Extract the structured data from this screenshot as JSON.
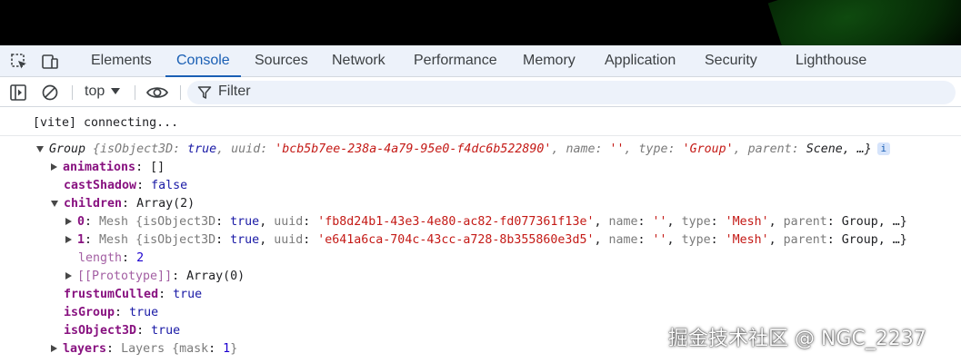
{
  "tabs": [
    "Elements",
    "Console",
    "Sources",
    "Network",
    "Performance",
    "Memory",
    "Application",
    "Security",
    "Lighthouse"
  ],
  "active_tab": "Console",
  "toolbar": {
    "context": "top",
    "filter_label": "Filter"
  },
  "console": {
    "log_line": "[vite] connecting...",
    "group": {
      "label": "Group",
      "summary": {
        "k1": "isObject3D",
        "v1": "true",
        "k2": "uuid",
        "v2": "'bcb5b7ee-238a-4a79-95e0-f4dc6b522890'",
        "k3": "name",
        "v3": "''",
        "k4": "type",
        "v4": "'Group'",
        "k5": "parent",
        "v5": "Scene,",
        "tail": "…}",
        "badge": "i"
      },
      "animations": {
        "key": "animations",
        "value": "[]"
      },
      "castShadow": {
        "key": "castShadow",
        "value": "false"
      },
      "children": {
        "key": "children",
        "value": "Array(2)",
        "items": [
          {
            "index": "0",
            "class": "Mesh",
            "k1": "isObject3D",
            "v1": "true",
            "k2": "uuid",
            "v2": "'fb8d24b1-43e3-4e80-ac82-fd077361f13e'",
            "k3": "name",
            "v3": "''",
            "k4": "type",
            "v4": "'Mesh'",
            "k5": "parent",
            "v5": "Group,",
            "tail": "…}"
          },
          {
            "index": "1",
            "class": "Mesh",
            "k1": "isObject3D",
            "v1": "true",
            "k2": "uuid",
            "v2": "'e641a6ca-704c-43cc-a728-8b355860e3d5'",
            "k3": "name",
            "v3": "''",
            "k4": "type",
            "v4": "'Mesh'",
            "k5": "parent",
            "v5": "Group,",
            "tail": "…}"
          }
        ],
        "length": {
          "key": "length",
          "value": "2"
        },
        "prototype": {
          "key": "[[Prototype]]",
          "value": "Array(0)"
        }
      },
      "frustumCulled": {
        "key": "frustumCulled",
        "value": "true"
      },
      "isGroup": {
        "key": "isGroup",
        "value": "true"
      },
      "isObject3D": {
        "key": "isObject3D",
        "value": "true"
      },
      "layers": {
        "key": "layers",
        "class": "Layers",
        "inner_key": "mask",
        "inner_value": "1"
      }
    }
  },
  "watermark": "掘金技术社区 @ NGC_2237"
}
